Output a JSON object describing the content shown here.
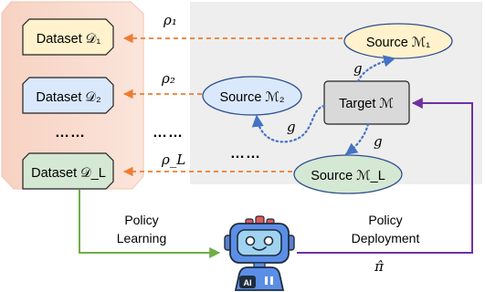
{
  "datasets": [
    {
      "text": "Dataset 𝒟₁"
    },
    {
      "text": "Dataset 𝒟₂"
    },
    {
      "text": "Dataset 𝒟_L"
    }
  ],
  "sources": [
    {
      "text": "Source ℳ₁"
    },
    {
      "text": "Source ℳ₂"
    },
    {
      "text": "Source ℳ_L"
    }
  ],
  "target": {
    "text": "Target ℳ"
  },
  "rho": [
    "ρ₁",
    "ρ₂",
    "ρ_L"
  ],
  "g": [
    "g",
    "g",
    "g"
  ],
  "ellipsis": [
    "……",
    "……",
    "……"
  ],
  "policy_learning": [
    "Policy",
    "Learning"
  ],
  "policy_deployment": [
    "Policy",
    "Deployment"
  ],
  "pi_hat": "π̂",
  "robot_badge": "AI",
  "colors": {
    "dataset_panel": "#f9ddd0",
    "source_panel": "#eeeeee",
    "dataset1": "#fff2cc",
    "dataset2": "#dae8fc",
    "datasetL": "#d5e8d4",
    "rho_arrow": "#ed7d31",
    "g_arrow": "#4472c4",
    "learning_arrow": "#70ad47",
    "deployment_arrow": "#7030a0"
  }
}
